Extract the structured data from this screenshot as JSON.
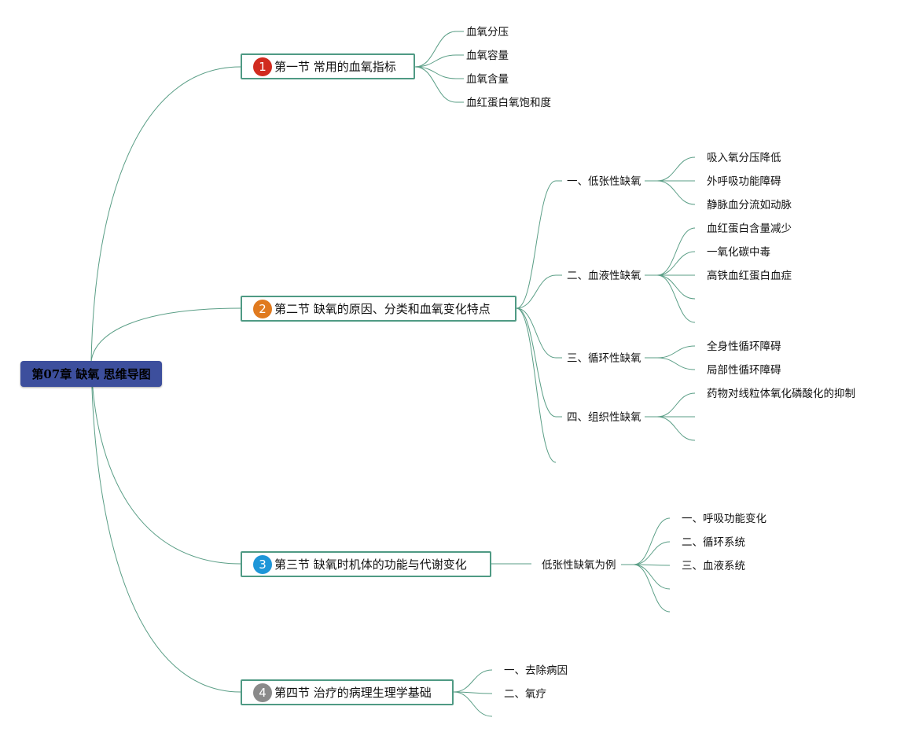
{
  "root": {
    "label": "第07章 缺氧 思维导图"
  },
  "colors": {
    "line": "#5a9e86",
    "root_bg": "#3d4f9d"
  },
  "sections": [
    {
      "number": "1",
      "badge_color": "#d12b1f",
      "title": "第一节 常用的血氧指标",
      "items": [
        "血氧分压",
        "血氧容量",
        "血氧含量",
        "血红蛋白氧饱和度"
      ]
    },
    {
      "number": "2",
      "badge_color": "#e07a1f",
      "title": "第二节 缺氧的原因、分类和血氧变化特点",
      "items": [
        {
          "label": "一、低张性缺氧",
          "children": [
            "吸入氧分压降低",
            "外呼吸功能障碍",
            "静脉血分流如动脉"
          ]
        },
        {
          "label": "二、血液性缺氧",
          "children": [
            "血红蛋白含量减少",
            "一氧化碳中毒",
            "高铁血红蛋白血症",
            "",
            ""
          ]
        },
        {
          "label": "三、循环性缺氧",
          "children": [
            "全身性循环障碍",
            "局部性循环障碍"
          ]
        },
        {
          "label": "四、组织性缺氧",
          "children": [
            "药物对线粒体氧化磷酸化的抑制",
            "",
            ""
          ]
        },
        {
          "label": "",
          "children": []
        }
      ]
    },
    {
      "number": "3",
      "badge_color": "#1e96d8",
      "title": "第三节 缺氧时机体的功能与代谢变化",
      "items": [
        {
          "label": "低张性缺氧为例",
          "children": [
            "一、呼吸功能变化",
            "二、循环系统",
            "三、血液系统",
            "",
            ""
          ]
        }
      ]
    },
    {
      "number": "4",
      "badge_color": "#8a8a8a",
      "title": "第四节 治疗的病理生理学基础",
      "items": [
        "一、去除病因",
        "二、氧疗",
        ""
      ]
    }
  ]
}
